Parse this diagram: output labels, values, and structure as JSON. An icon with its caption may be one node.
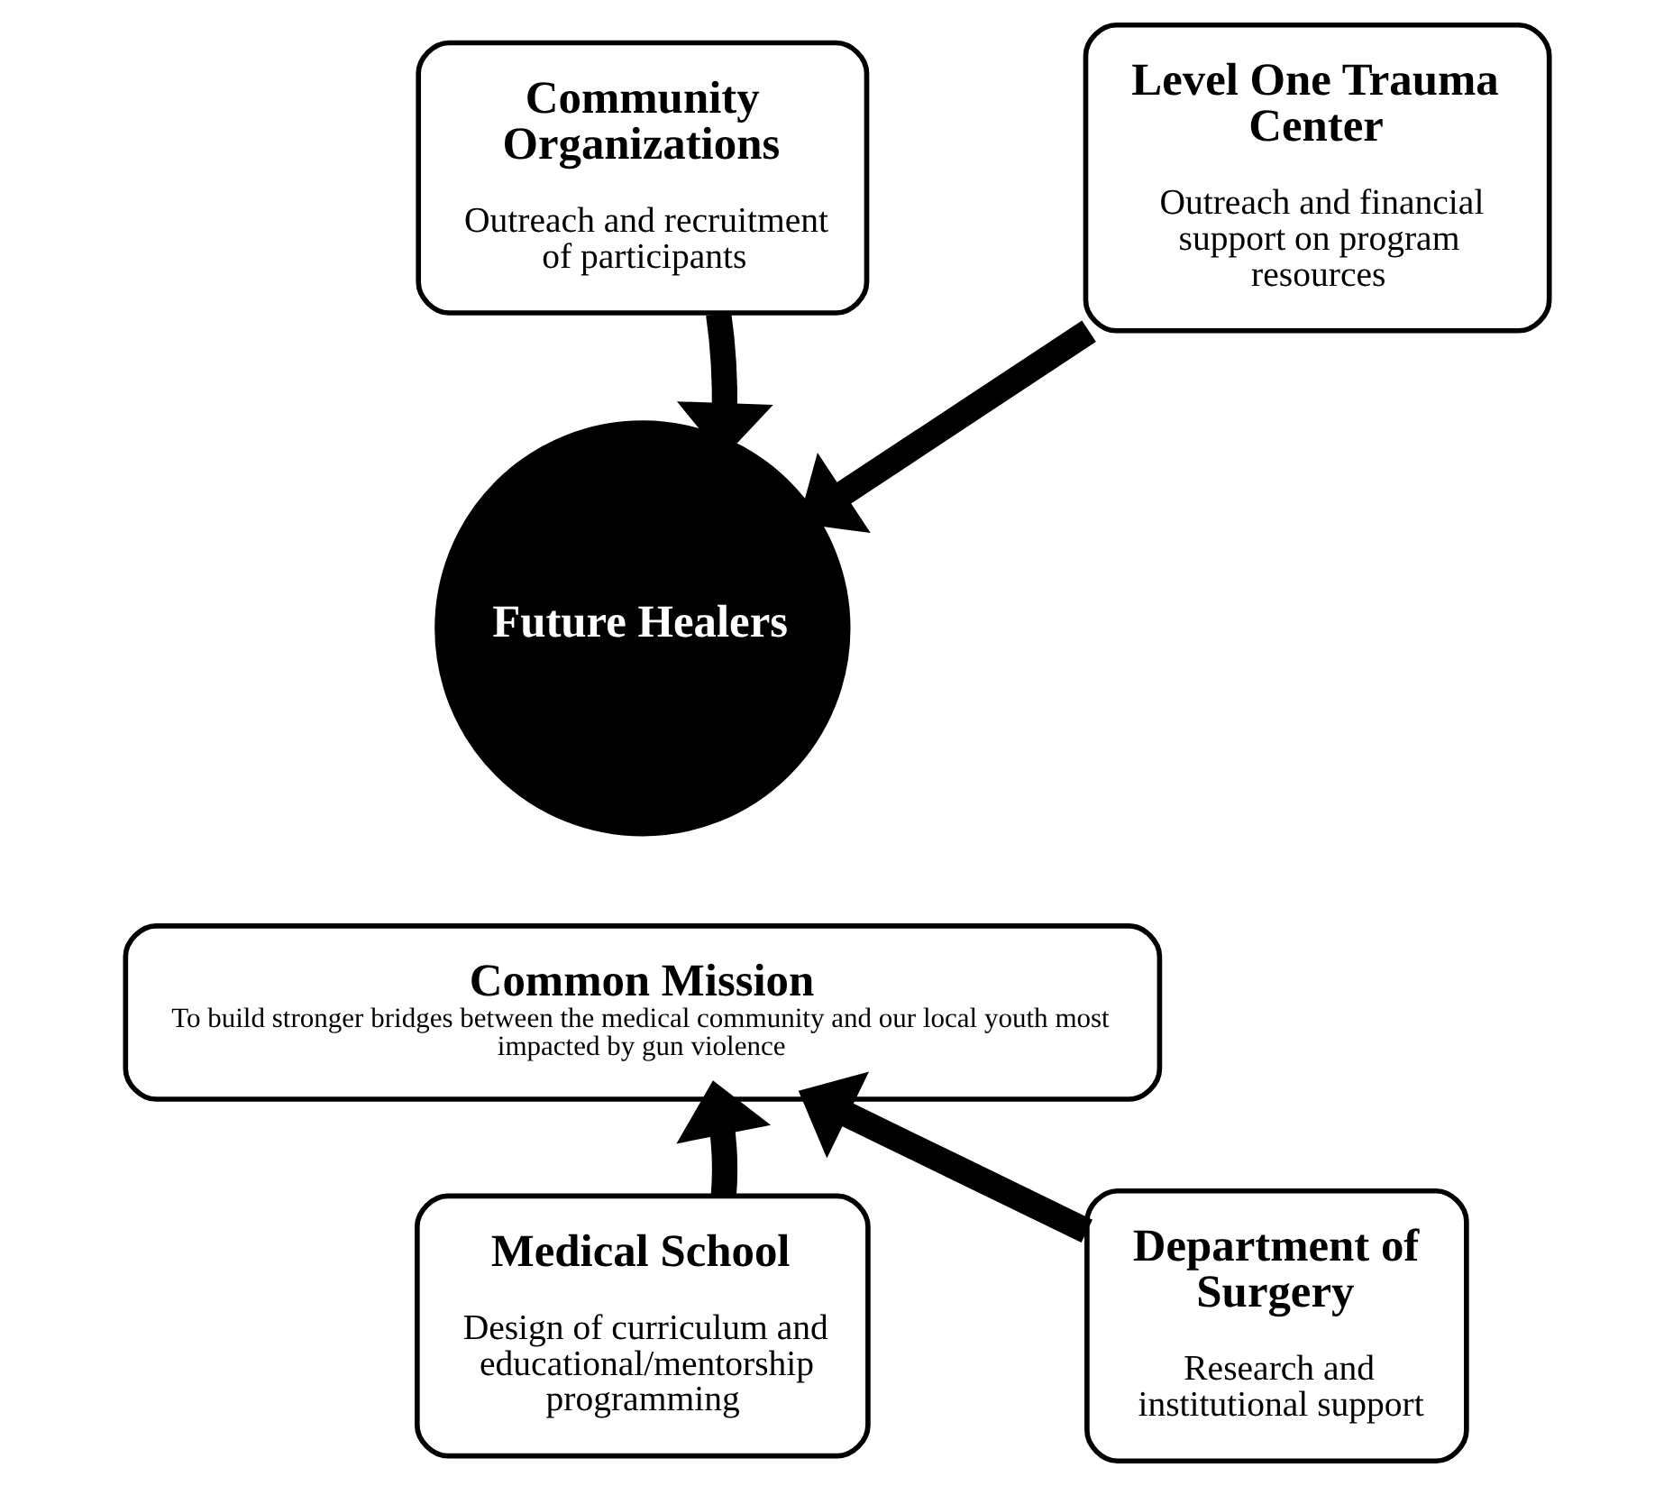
{
  "diagram": {
    "nodes": [
      {
        "text": [
          "Community Organizations",
          "Outreach and recruitment of participants"
        ]
      },
      {
        "text": [
          "Level One Trauma Center",
          "Outreach and financial support on program resources"
        ]
      },
      {
        "text": [
          "Future Healers"
        ]
      },
      {
        "text": [
          "Common Mission",
          "To build stronger bridges between the medical community and our local youth most impacted by gun violence"
        ]
      },
      {
        "text": [
          "Medical School",
          "Design of curriculum and educational/mentorship programming"
        ]
      },
      {
        "text": [
          "Department of Surgery",
          "Research and institutional support"
        ]
      }
    ],
    "edges": [
      {
        "from": 0,
        "to": 2,
        "arrow": "to"
      },
      {
        "from": 1,
        "to": 2,
        "arrow": "to"
      },
      {
        "from": 4,
        "to": 3,
        "arrow": "to"
      },
      {
        "from": 5,
        "to": 3,
        "arrow": "to"
      }
    ]
  }
}
